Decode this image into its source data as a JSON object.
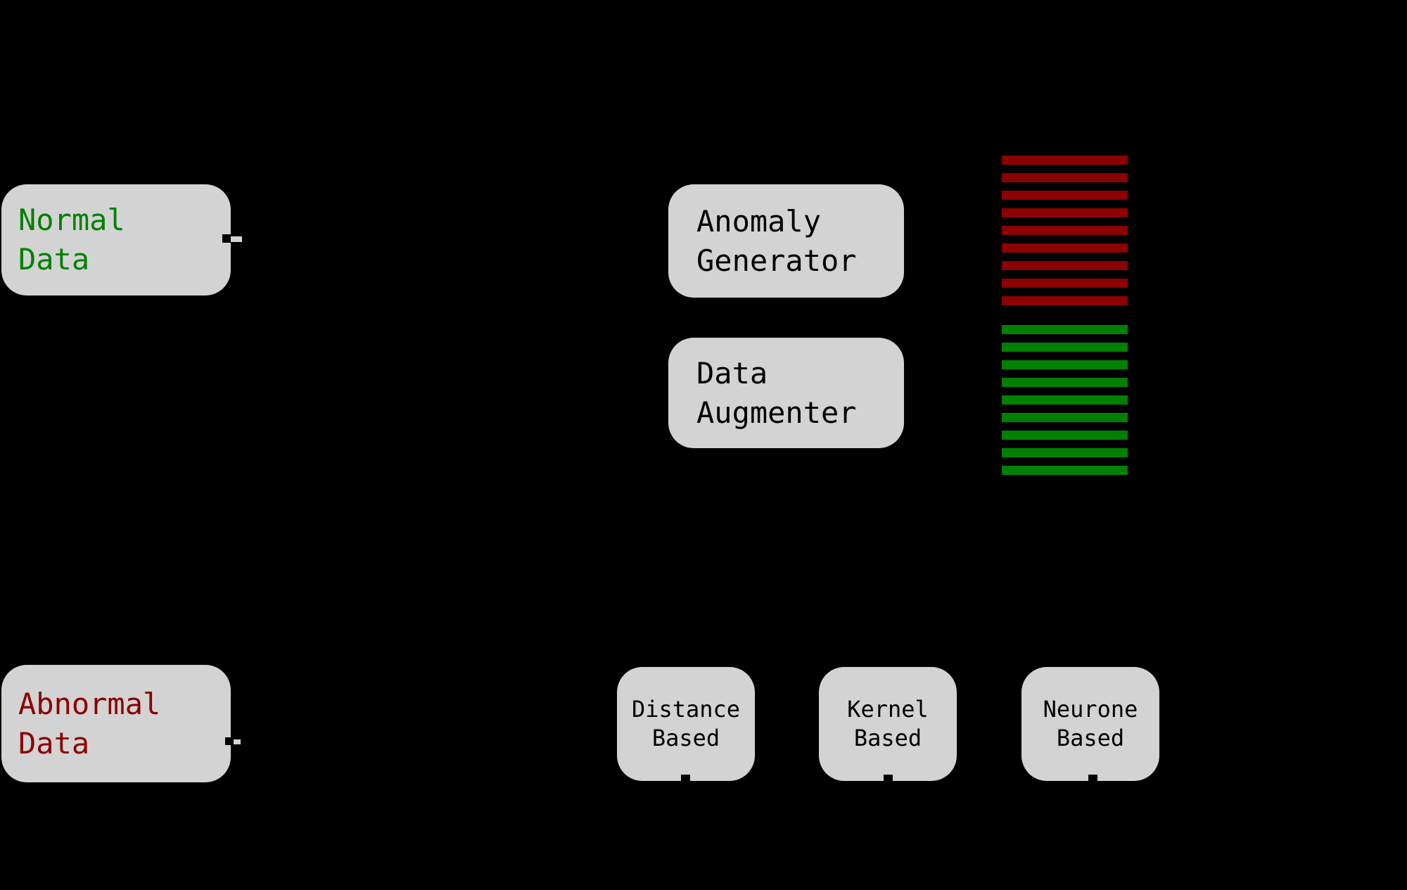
{
  "figure": {
    "background_color": "#000000",
    "node_fill_color": "#d3d3d3"
  },
  "nodes": {
    "normal_data": {
      "lines": [
        "Normal",
        "Data"
      ],
      "text_color": "#008000"
    },
    "abnormal_data": {
      "lines": [
        "Abnormal",
        "Data"
      ],
      "text_color": "#8b0000"
    },
    "anomaly_generator": {
      "lines": [
        "Anomaly",
        "Generator"
      ],
      "text_color": "#000000"
    },
    "data_augmenter": {
      "lines": [
        "Data",
        "Augmenter"
      ],
      "text_color": "#000000"
    },
    "distance_based": {
      "lines": [
        "Distance",
        "Based"
      ],
      "text_color": "#000000"
    },
    "kernel_based": {
      "lines": [
        "Kernel",
        "Based"
      ],
      "text_color": "#000000"
    },
    "neurone_based": {
      "lines": [
        "Neurone",
        "Based"
      ],
      "text_color": "#000000"
    }
  },
  "stripes": {
    "red": {
      "count": 9,
      "color": "#8b0000"
    },
    "green": {
      "count": 9,
      "color": "#008000"
    }
  }
}
